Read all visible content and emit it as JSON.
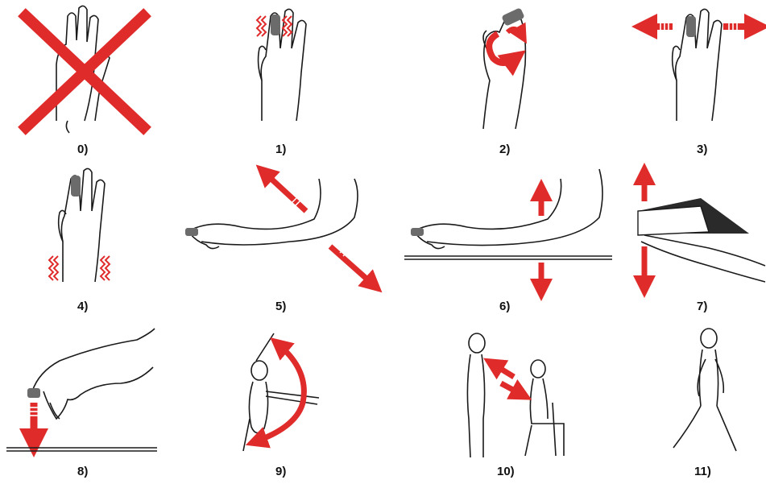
{
  "colors": {
    "accent": "#e02b2b",
    "line": "#1a1a1a",
    "sensor": "#6b6b6b"
  },
  "panels": [
    {
      "label": "0)",
      "icon": "crossed-out-hands-icon"
    },
    {
      "label": "1)",
      "icon": "finger-sensor-vibration-icon"
    },
    {
      "label": "2)",
      "icon": "finger-rotation-icon"
    },
    {
      "label": "3)",
      "icon": "finger-lateral-movement-icon"
    },
    {
      "label": "4)",
      "icon": "hand-tremor-icon"
    },
    {
      "label": "5)",
      "icon": "arm-diagonal-movement-icon"
    },
    {
      "label": "6)",
      "icon": "arm-vertical-movement-icon"
    },
    {
      "label": "7)",
      "icon": "book-lift-icon"
    },
    {
      "label": "8)",
      "icon": "finger-press-down-icon"
    },
    {
      "label": "9)",
      "icon": "arm-swing-icon"
    },
    {
      "label": "10)",
      "icon": "stand-sit-icon"
    },
    {
      "label": "11)",
      "icon": "walking-person-icon"
    }
  ]
}
